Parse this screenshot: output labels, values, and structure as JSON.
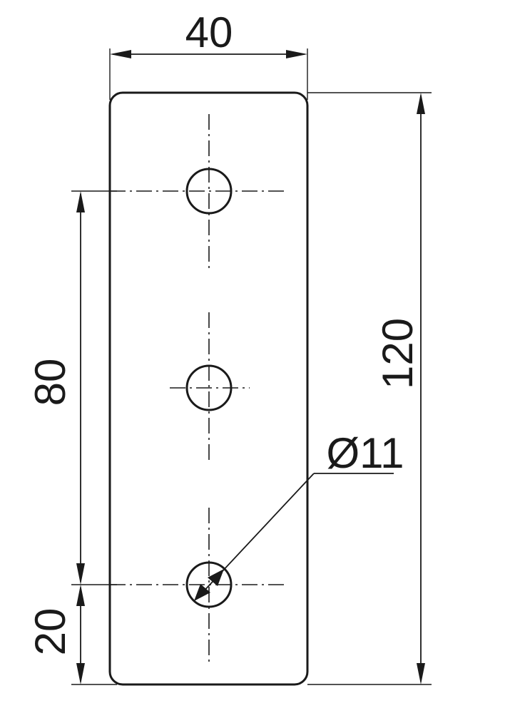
{
  "dimensions": {
    "width": "40",
    "height": "120",
    "hole_spacing": "80",
    "edge_offset": "20",
    "hole_diameter": "Ø11"
  }
}
